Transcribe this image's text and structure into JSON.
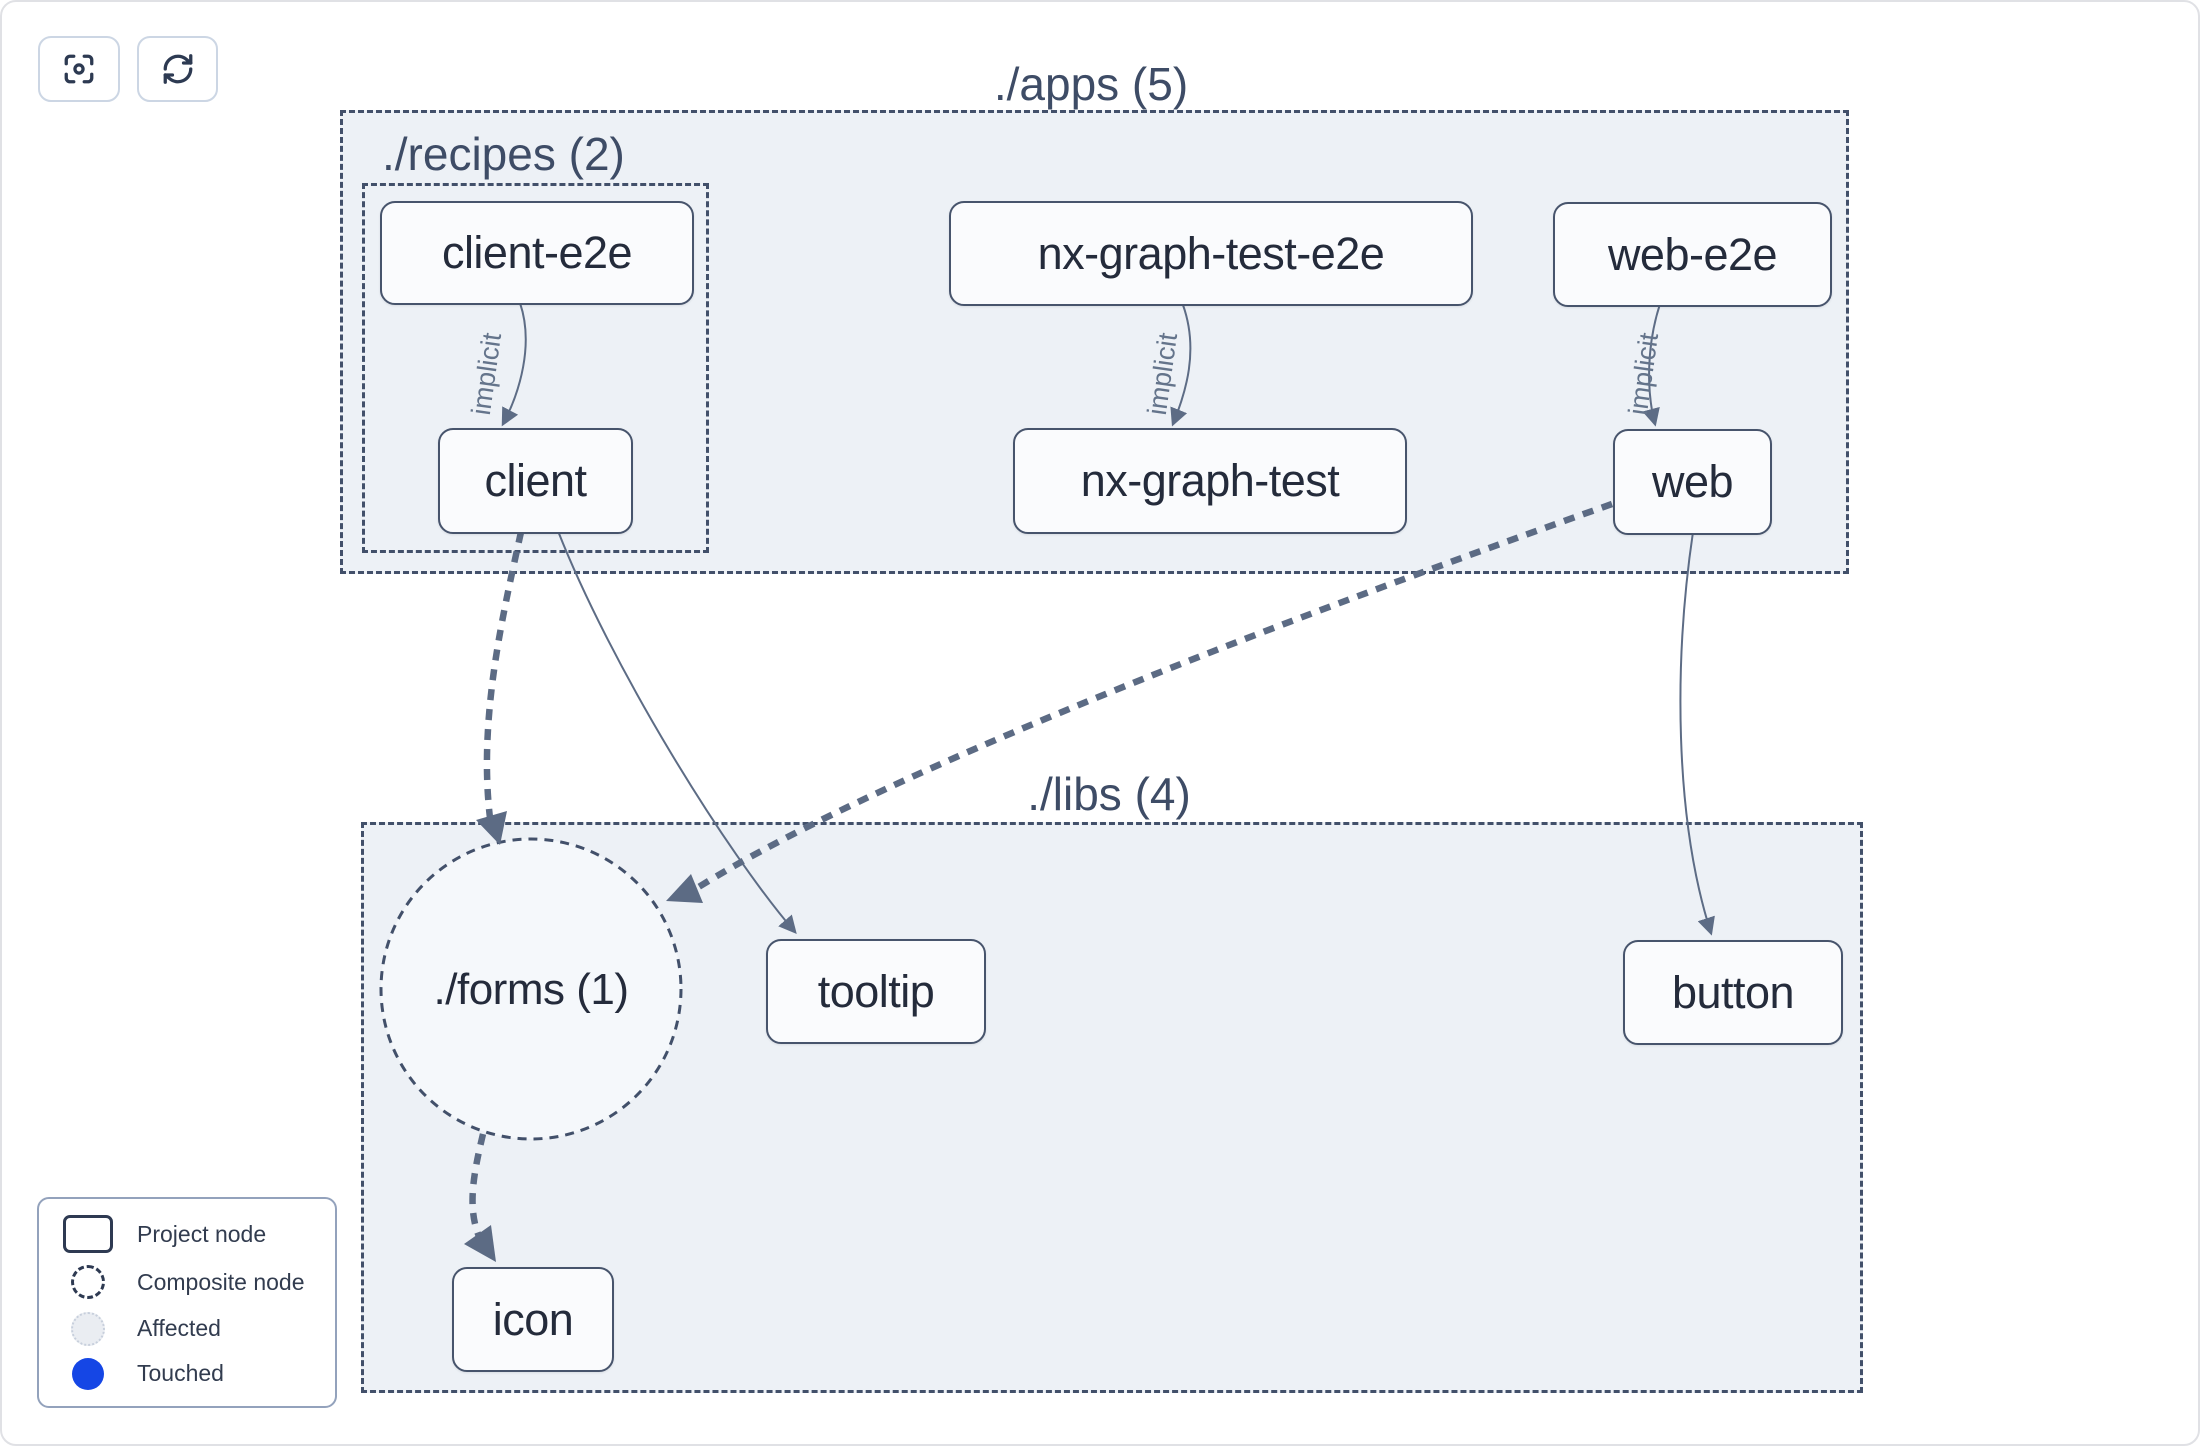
{
  "toolbar": {
    "buttons": [
      {
        "id": "focus",
        "icon": "focus-frame-icon"
      },
      {
        "id": "refresh",
        "icon": "refresh-icon"
      }
    ]
  },
  "graph": {
    "groups": [
      {
        "id": "apps",
        "label": "./apps (5)"
      },
      {
        "id": "recipes",
        "label": "./recipes (2)"
      },
      {
        "id": "libs",
        "label": "./libs (4)"
      }
    ],
    "nodes": [
      {
        "id": "client-e2e",
        "label": "client-e2e"
      },
      {
        "id": "nx-graph-test-e2e",
        "label": "nx-graph-test-e2e"
      },
      {
        "id": "web-e2e",
        "label": "web-e2e"
      },
      {
        "id": "client",
        "label": "client"
      },
      {
        "id": "nx-graph-test",
        "label": "nx-graph-test"
      },
      {
        "id": "web",
        "label": "web"
      },
      {
        "id": "tooltip",
        "label": "tooltip"
      },
      {
        "id": "button",
        "label": "button"
      },
      {
        "id": "icon",
        "label": "icon"
      }
    ],
    "composite": {
      "id": "forms",
      "label": "./forms (1)"
    },
    "edges": [
      {
        "from": "client-e2e",
        "to": "client",
        "type": "implicit",
        "label": "implicit"
      },
      {
        "from": "nx-graph-test-e2e",
        "to": "nx-graph-test",
        "type": "implicit",
        "label": "implicit"
      },
      {
        "from": "web-e2e",
        "to": "web",
        "type": "implicit",
        "label": "implicit"
      },
      {
        "from": "client",
        "to": "forms",
        "type": "dashed-dependency"
      },
      {
        "from": "client",
        "to": "tooltip",
        "type": "dependency"
      },
      {
        "from": "web",
        "to": "forms",
        "type": "dashed-dependency"
      },
      {
        "from": "web",
        "to": "button",
        "type": "dependency"
      },
      {
        "from": "forms",
        "to": "icon",
        "type": "dashed-dependency"
      }
    ]
  },
  "legend": {
    "items": [
      {
        "icon": "project-node-icon",
        "label": "Project node"
      },
      {
        "icon": "composite-node-icon",
        "label": "Composite node"
      },
      {
        "icon": "affected-icon",
        "label": "Affected"
      },
      {
        "icon": "touched-icon",
        "label": "Touched"
      }
    ]
  },
  "colors": {
    "group_fill": "#edf1f6",
    "group_border": "#42506a",
    "node_fill": "#fafbfd",
    "node_border": "#47546c",
    "edge": "#5d6c85",
    "touched_blue": "#1546e5",
    "affected_fill": "#eaedf2"
  }
}
